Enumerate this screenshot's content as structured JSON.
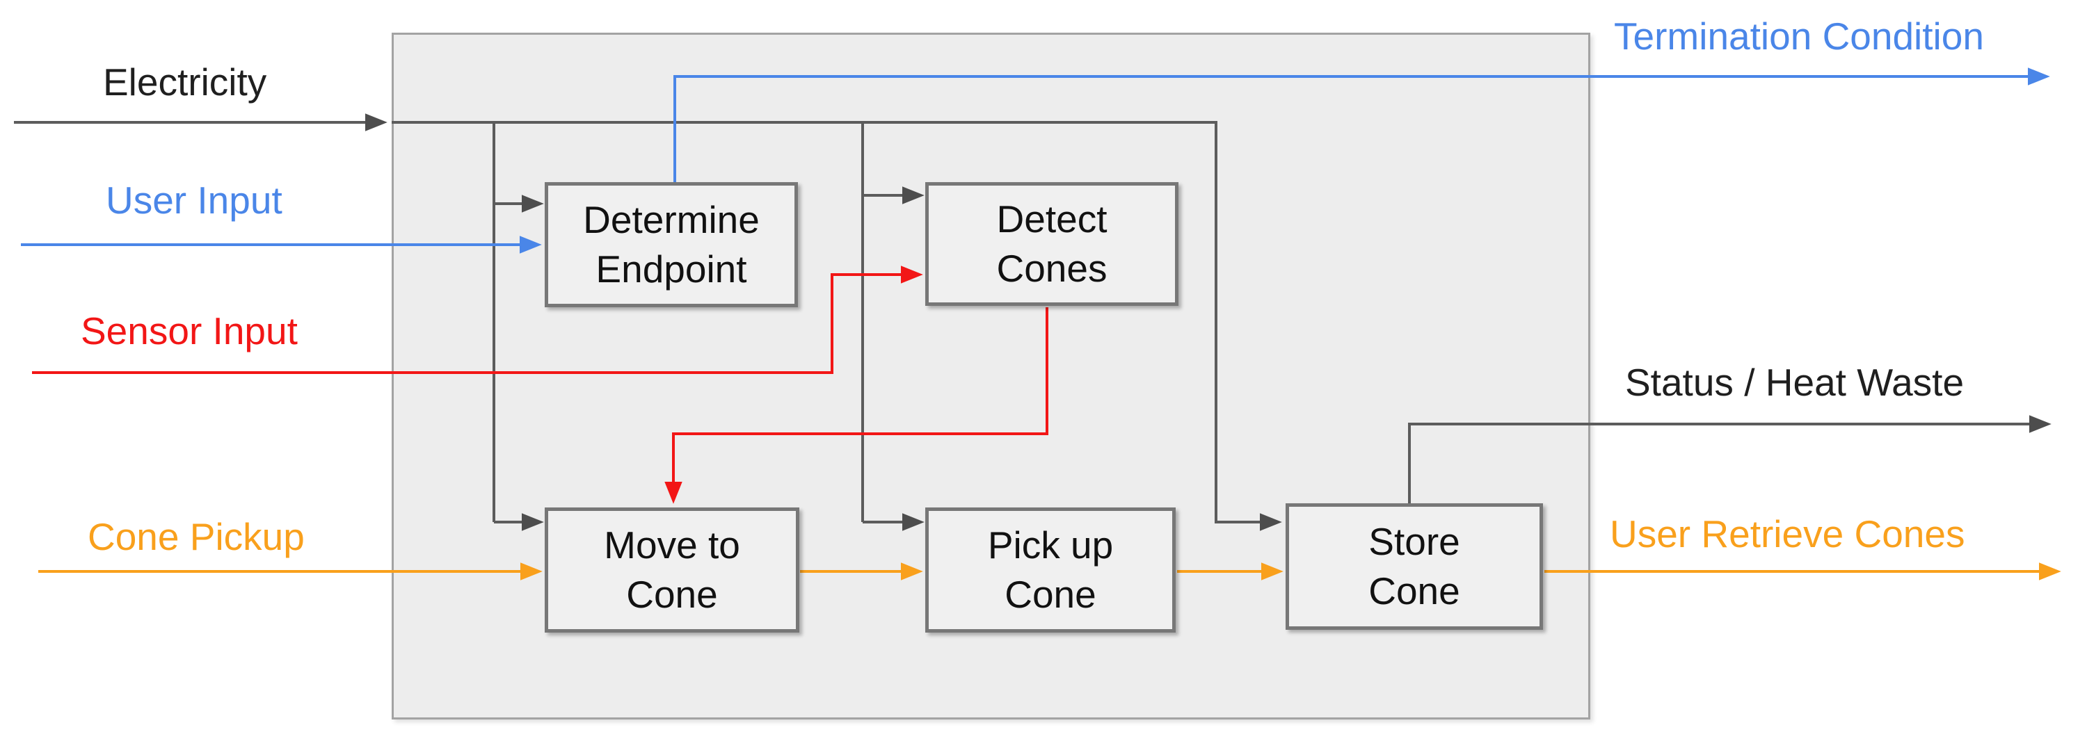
{
  "diagram": {
    "type": "system-block-diagram",
    "colors": {
      "line-dark": "#5c5c5c",
      "blue": "#4a86e8",
      "red": "#f21616",
      "orange": "#f9a01c",
      "text-dark": "#1f1f1f",
      "container-fill": "#ededed",
      "container-border": "#a3a3a3",
      "process-fill": "#f0f0f0",
      "process-border": "#777777",
      "page-bg": "#ffffff"
    },
    "inputs": [
      {
        "label": "Electricity",
        "color": "#1f1f1f",
        "flow_color": "#5c5c5c"
      },
      {
        "label": "User Input",
        "color": "#4a86e8",
        "flow_color": "#4a86e8"
      },
      {
        "label": "Sensor Input",
        "color": "#f21616",
        "flow_color": "#f21616"
      },
      {
        "label": "Cone Pickup",
        "color": "#f9a01c",
        "flow_color": "#f9a01c"
      }
    ],
    "outputs": [
      {
        "label": "Termination Condition",
        "color": "#4a86e8",
        "flow_color": "#4a86e8"
      },
      {
        "label": "Status / Heat Waste",
        "color": "#1f1f1f",
        "flow_color": "#5c5c5c"
      },
      {
        "label": "User Retrieve Cones",
        "color": "#f9a01c",
        "flow_color": "#f9a01c"
      }
    ],
    "processes": [
      {
        "label": "Determine Endpoint",
        "lines": [
          "Determine",
          "Endpoint"
        ]
      },
      {
        "label": "Detect Cones",
        "lines": [
          "Detect",
          "Cones"
        ]
      },
      {
        "label": "Move to Cone",
        "lines": [
          "Move to",
          "Cone"
        ]
      },
      {
        "label": "Pick up Cone",
        "lines": [
          "Pick up",
          "Cone"
        ]
      },
      {
        "label": "Store Cone",
        "lines": [
          "Store",
          "Cone"
        ]
      }
    ]
  }
}
